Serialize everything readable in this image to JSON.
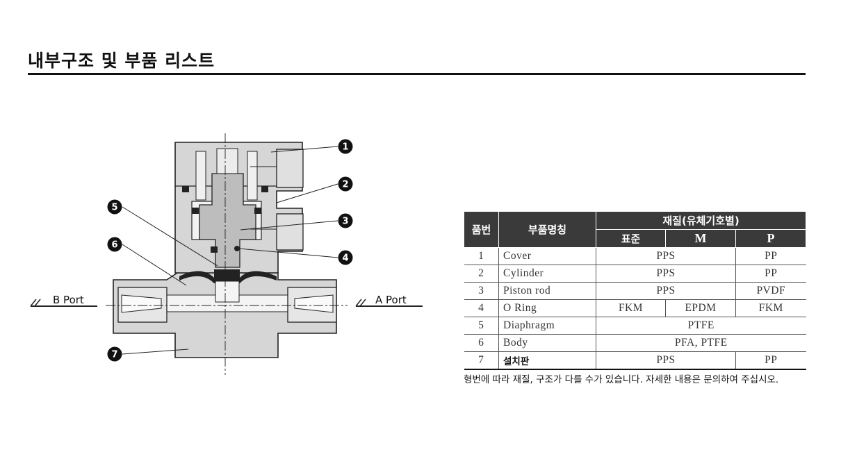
{
  "title": "내부구조 및 부품 리스트",
  "diagram": {
    "b_port_label": "B Port",
    "a_port_label": "A Port",
    "callouts": [
      "1",
      "2",
      "3",
      "4",
      "5",
      "6",
      "7"
    ]
  },
  "table": {
    "headers": {
      "part_no": "품번",
      "part_name": "부품명칭",
      "material": "재질(유체기호별)",
      "standard": "표준",
      "m": "M",
      "p": "P"
    },
    "rows": [
      {
        "no": "1",
        "name": "Cover",
        "std_m": "PPS",
        "p": "PP"
      },
      {
        "no": "2",
        "name": "Cylinder",
        "std_m": "PPS",
        "p": "PP"
      },
      {
        "no": "3",
        "name": "Piston rod",
        "std_m": "PPS",
        "p": "PVDF"
      },
      {
        "no": "4",
        "name": "O Ring",
        "std": "FKM",
        "m": "EPDM",
        "p": "FKM"
      },
      {
        "no": "5",
        "name": "Diaphragm",
        "all": "PTFE"
      },
      {
        "no": "6",
        "name": "Body",
        "all": "PFA, PTFE"
      },
      {
        "no": "7",
        "name": "설치판",
        "std_m": "PPS",
        "p": "PP"
      }
    ]
  },
  "note": "형번에 따라 재질, 구조가 다를 수가 있습니다. 자세한 내용은 문의하여 주십시오."
}
